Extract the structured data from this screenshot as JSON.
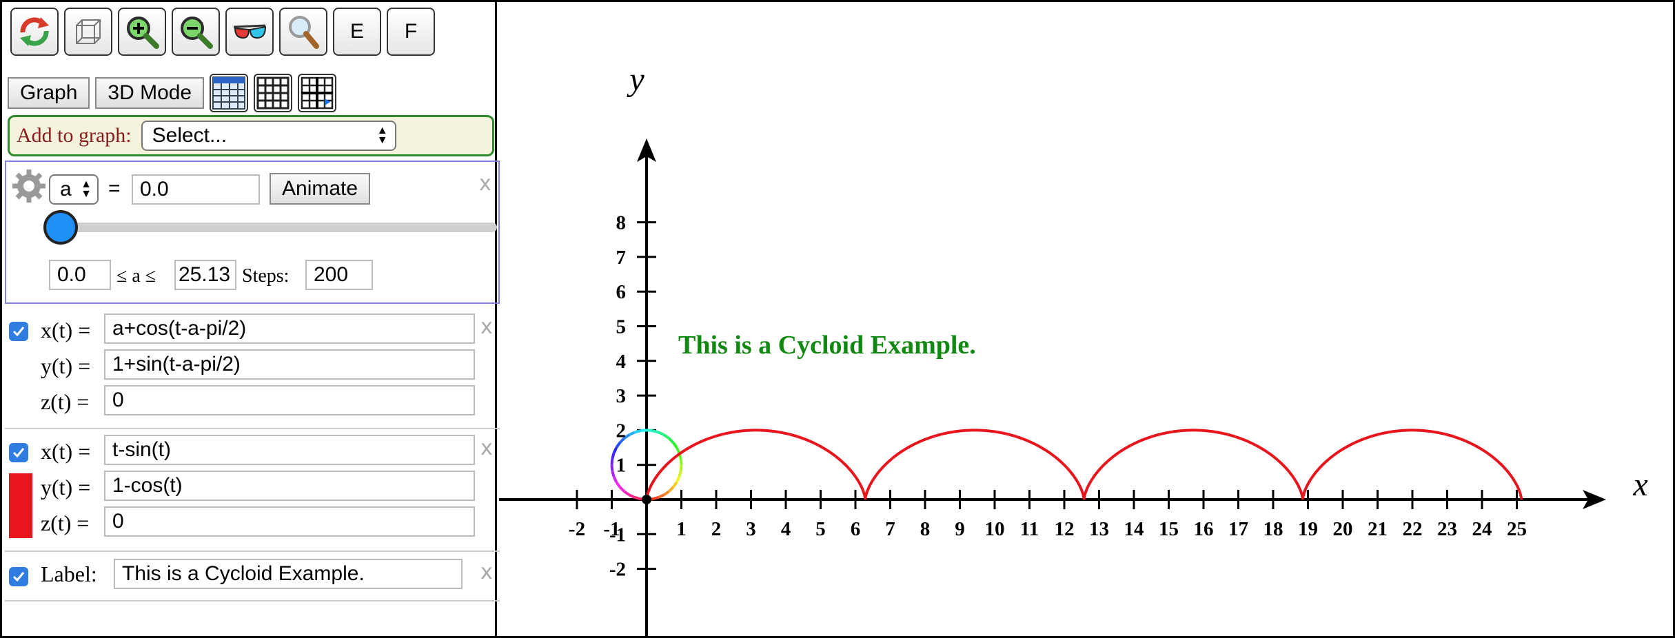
{
  "toolbar": {
    "buttons": [
      {
        "icon": "reset-rotation-icon"
      },
      {
        "icon": "3d-box-icon"
      },
      {
        "icon": "zoom-in-icon"
      },
      {
        "icon": "zoom-out-icon"
      },
      {
        "icon": "3d-glasses-icon"
      },
      {
        "icon": "magnifier-icon"
      }
    ],
    "e_label": "E",
    "f_label": "F"
  },
  "modes": {
    "graph_label": "Graph",
    "mode3d_label": "3D Mode"
  },
  "add_to_graph": {
    "label": "Add to graph:",
    "select_value": "Select..."
  },
  "slider": {
    "variable": "a",
    "equals": "=",
    "value": "0.0",
    "animate_label": "Animate",
    "min": "0.0",
    "range_mid": "≤ a ≤",
    "max": "25.13",
    "steps_label": "Steps:",
    "steps": "200",
    "position_fraction": 0
  },
  "expressions": [
    {
      "checked": true,
      "x_label": "x(t) =",
      "x_value": "a+cos(t-a-pi/2)",
      "y_label": "y(t) =",
      "y_value": "1+sin(t-a-pi/2)",
      "z_label": "z(t) =",
      "z_value": "0"
    },
    {
      "checked": true,
      "color": "#e8151c",
      "x_label": "x(t) =",
      "x_value": "t-sin(t)",
      "y_label": "y(t) =",
      "y_value": "1-cos(t)",
      "z_label": "z(t) =",
      "z_value": "0"
    }
  ],
  "label_item": {
    "checked": true,
    "label": "Label:",
    "value": "This is a Cycloid Example."
  },
  "close_glyph": "x",
  "graph": {
    "x_axis_name": "x",
    "y_axis_name": "y",
    "x_ticks": [
      "-2",
      "-1",
      "1",
      "2",
      "3",
      "4",
      "5",
      "6",
      "7",
      "8",
      "9",
      "10",
      "11",
      "12",
      "13",
      "14",
      "15",
      "16",
      "17",
      "18",
      "19",
      "20",
      "21",
      "22",
      "23",
      "24",
      "25"
    ],
    "y_ticks": [
      "8",
      "7",
      "6",
      "5",
      "4",
      "3",
      "2",
      "1",
      "-1",
      "-2"
    ],
    "label_text": "This is a Cycloid Example.",
    "label_color": "#118811",
    "curve_color": "#e8151c"
  }
}
